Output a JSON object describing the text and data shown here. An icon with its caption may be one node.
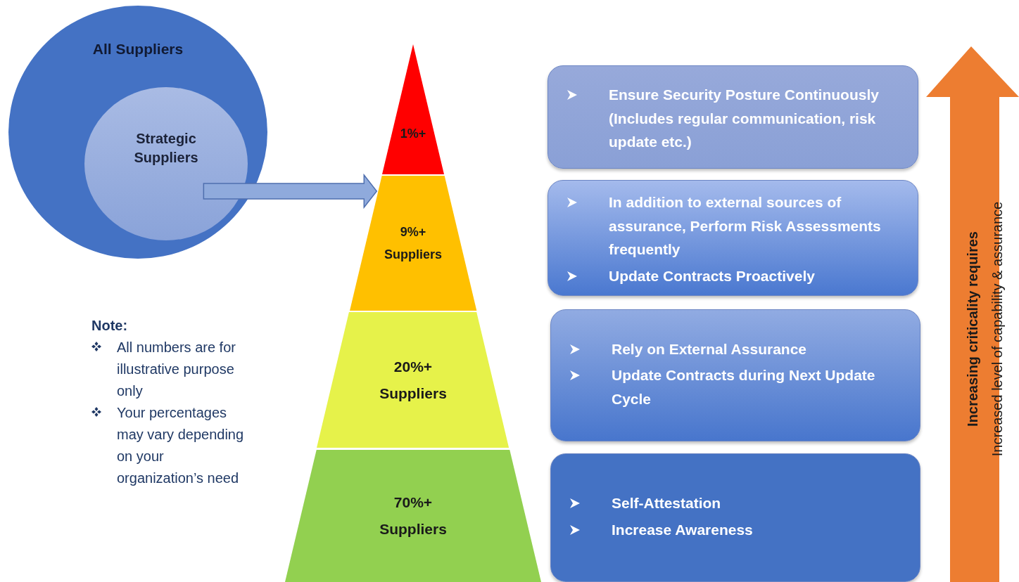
{
  "diagram": {
    "nodes": [
      {
        "text": [
          "All Suppliers"
        ]
      },
      {
        "text": [
          "Strategic Suppliers"
        ],
        "in": 0
      },
      {
        "text": [
          "1%+"
        ]
      },
      {
        "text": [
          "9%+ Suppliers"
        ]
      },
      {
        "text": [
          "20%+ Suppliers"
        ]
      },
      {
        "text": [
          "70%+ Suppliers"
        ]
      },
      {
        "text": [
          "Ensure Security Posture Continuously (Includes regular communication, risk update etc.)"
        ]
      },
      {
        "text": [
          "In addition to external sources of assurance,  Perform Risk Assessments frequently",
          "Update  Contracts Proactively"
        ]
      },
      {
        "text": [
          "Rely on External Assurance",
          "Update Contracts during Next Update Cycle"
        ]
      },
      {
        "text": [
          "Self-Attestation",
          "Increase Awareness"
        ]
      },
      {
        "text": [
          "Increasing criticality requires",
          "Increased level of capability & assurance"
        ]
      }
    ],
    "edges": [
      {
        "from": 1,
        "to": 3,
        "arrow": "to"
      }
    ],
    "labels": [
      "Note:",
      "All numbers are for illustrative purpose only",
      "Your percentages may vary depending on your organization’s need"
    ]
  }
}
